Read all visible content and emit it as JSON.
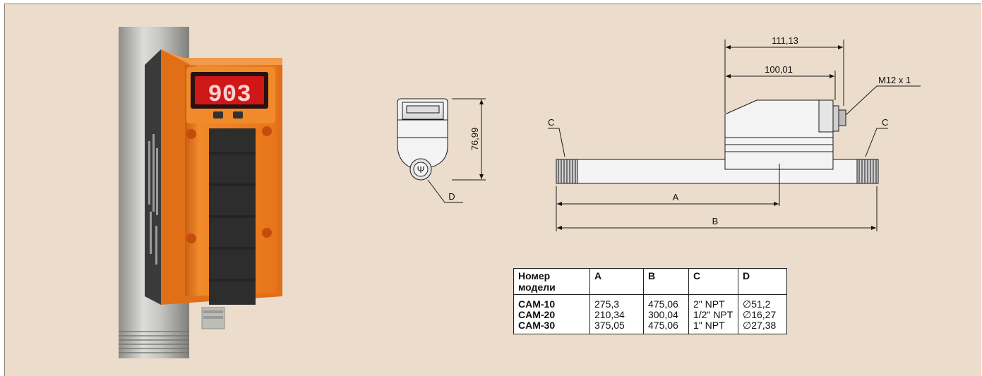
{
  "colors": {
    "background": "#ebdccb",
    "sensor_body": "#f07a1e",
    "display_red": "#e01818",
    "pipe": "#b9b9b6"
  },
  "product_photo": {
    "display_reading": "903"
  },
  "front_view": {
    "height_label": "76,99",
    "diameter_label": "D"
  },
  "side_view": {
    "dim_overall_top": "111,13",
    "dim_housing": "100,01",
    "connector_label": "M12 x 1",
    "thread_label_left": "C",
    "thread_label_right": "C",
    "dim_a": "A",
    "dim_b": "B"
  },
  "spec_table": {
    "headers": [
      "Номер модели",
      "A",
      "B",
      "C",
      "D"
    ],
    "rows": [
      [
        "CAM-10",
        "275,3",
        "475,06",
        "2\" NPT",
        "∅51,2"
      ],
      [
        "CAM-20",
        "210,34",
        "300,04",
        "1/2\" NPT",
        "∅16,27"
      ],
      [
        "CAM-30",
        "375,05",
        "475,06",
        "1\" NPT",
        "∅27,38"
      ]
    ]
  }
}
